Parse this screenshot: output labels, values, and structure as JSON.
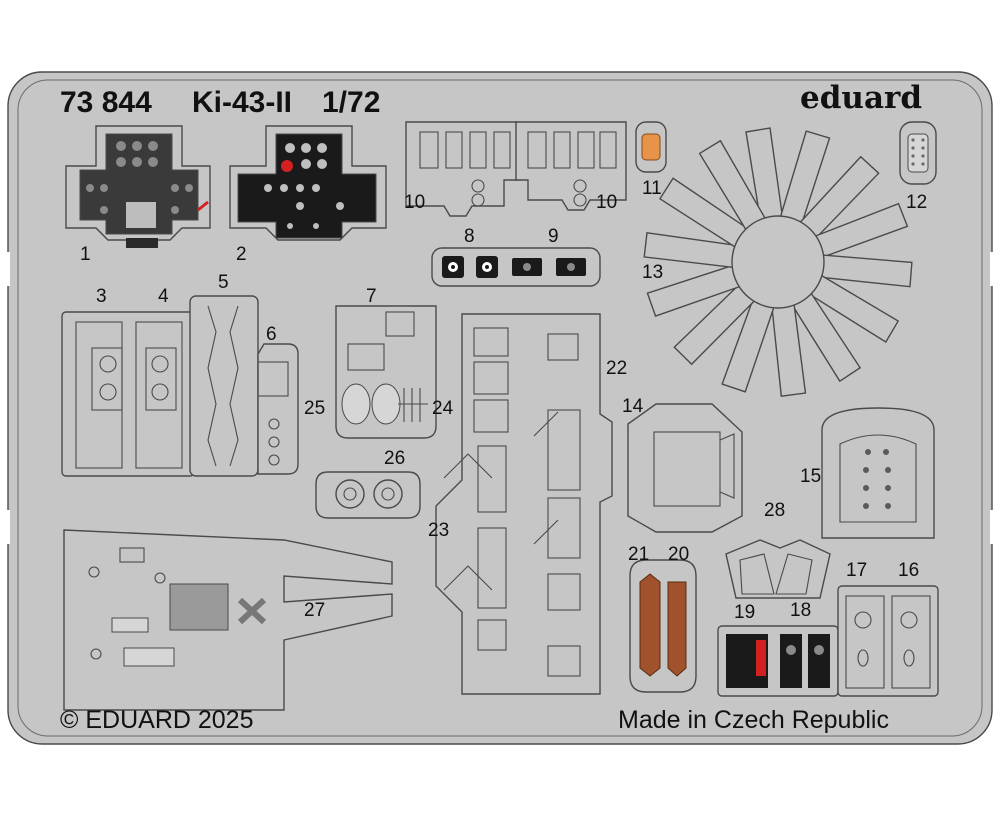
{
  "header": {
    "code": "73 844",
    "model": "Ki-43-II",
    "scale": "1/72",
    "brand": "eduard"
  },
  "footer": {
    "copyright": "© EDUARD 2025",
    "origin": "Made in Czech Republic"
  },
  "parts": [
    "1",
    "2",
    "3",
    "4",
    "5",
    "6",
    "7",
    "8",
    "9",
    "10",
    "10",
    "11",
    "12",
    "13",
    "14",
    "15",
    "16",
    "17",
    "18",
    "19",
    "20",
    "21",
    "22",
    "23",
    "24",
    "25",
    "26",
    "27",
    "28"
  ],
  "colors": {
    "fret": "#c6c6c6",
    "outline": "#4a4a4a",
    "black_panel": "#1a1a1a",
    "gray_panel": "#3a3a3a",
    "belt": "#a0522d",
    "orange": "#e8934a",
    "red": "#d32020"
  }
}
